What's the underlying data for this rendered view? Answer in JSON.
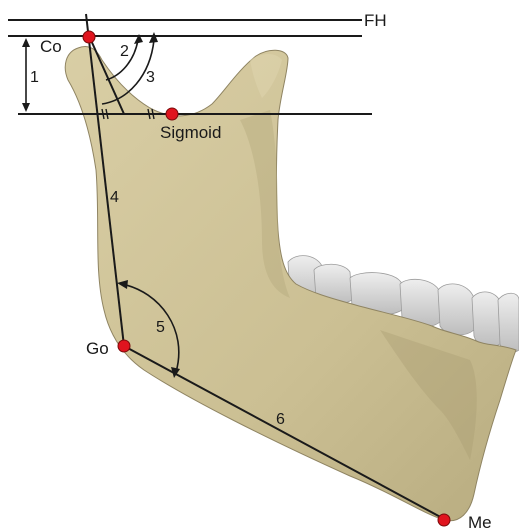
{
  "labels": {
    "fh": "FH",
    "co": "Co",
    "sigmoid": "Sigmoid",
    "go": "Go",
    "me": "Me"
  },
  "measurements": {
    "m1": "1",
    "m2": "2",
    "m3": "3",
    "m4": "4",
    "m5": "5",
    "m6": "6"
  },
  "colors": {
    "bone": "#CFC398",
    "bone_shadow": "#A99E73",
    "teeth": "#DEDEDE",
    "teeth_shadow": "#B9B9B9",
    "landmark": "#E0141E",
    "line": "#1A1A1A"
  }
}
